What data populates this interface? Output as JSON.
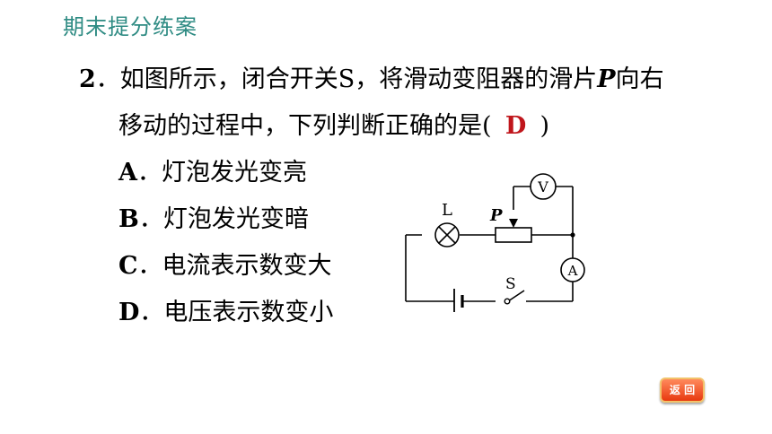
{
  "header": {
    "title": "期末提分练案"
  },
  "question": {
    "number": "2",
    "line1_part1": "．如图所示，闭合开关S，将滑动变阻器的滑片",
    "line1_var": "P",
    "line1_part2": "向右",
    "line2_text": "移动的过程中，下列判断正确的是(",
    "answer": "D",
    "line2_close": ")"
  },
  "options": [
    {
      "letter": "A",
      "sep": "．",
      "text": "灯泡发光变亮"
    },
    {
      "letter": "B",
      "sep": "．",
      "text": "灯泡发光变暗"
    },
    {
      "letter": "C",
      "sep": "．",
      "text": "电流表示数变大"
    },
    {
      "letter": "D",
      "sep": "．",
      "text": "电压表示数变小"
    }
  ],
  "circuit": {
    "lamp_label": "L",
    "slider_label": "P",
    "voltmeter_label": "V",
    "ammeter_label": "A",
    "switch_label": "S"
  },
  "back_button": {
    "label": "返 回"
  }
}
